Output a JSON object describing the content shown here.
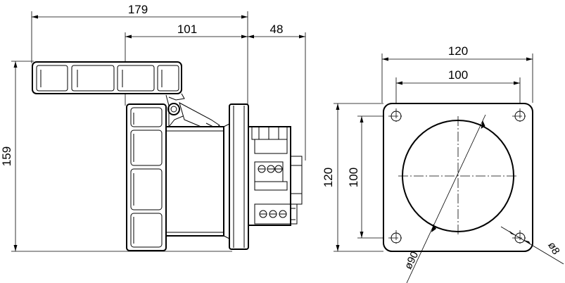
{
  "side_view": {
    "dim_overall_width": "179",
    "dim_body_depth": "101",
    "dim_rear_depth": "48",
    "dim_overall_height": "159"
  },
  "front_view": {
    "dim_flange_width": "120",
    "dim_hole_spacing_x": "100",
    "dim_flange_height": "120",
    "dim_hole_spacing_y": "100",
    "dim_cutout_diameter": "ø90",
    "dim_hole_diameter": "ø8"
  }
}
